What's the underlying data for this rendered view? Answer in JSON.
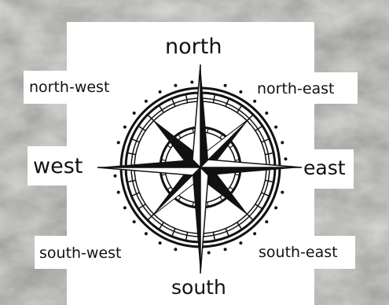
{
  "labels": {
    "north": "north",
    "north_west": "north-west",
    "north_east": "north-east",
    "west": "west",
    "east": "east",
    "south_west": "south-west",
    "south_east": "south-east",
    "south": "south"
  },
  "colors": {
    "background_rock": "#b9b9b6",
    "panel": "#ffffff",
    "ink": "#111111"
  },
  "icons": [
    "stone-texture",
    "compass-rose-icon"
  ]
}
